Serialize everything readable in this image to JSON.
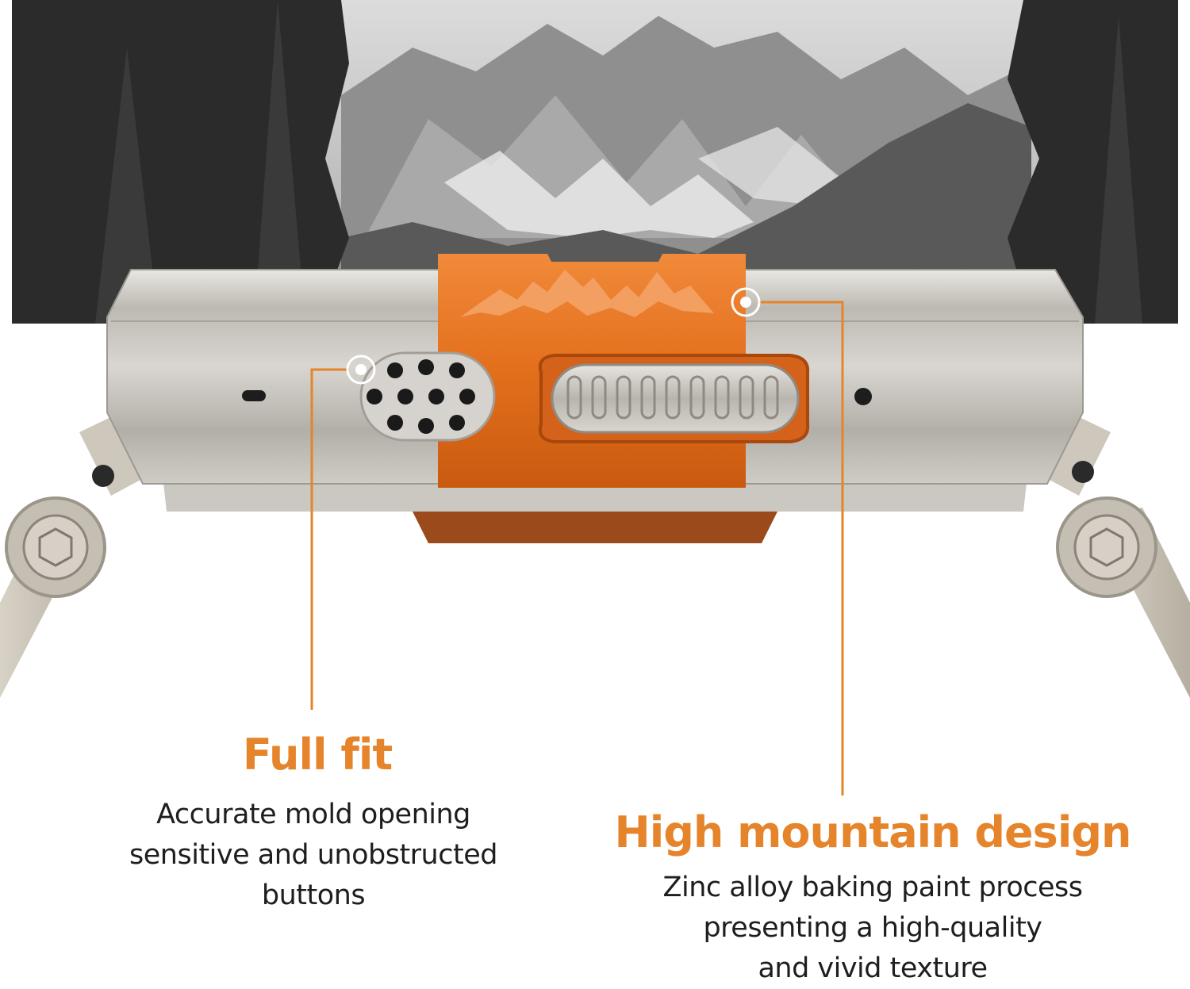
{
  "colors": {
    "accent": "#e5842b",
    "text": "#1e1e1e",
    "clip": "#e36f1c",
    "metal": "#c8c4bd"
  },
  "features": [
    {
      "title": "Full fit",
      "lines": [
        "Accurate mold opening",
        "sensitive and unobstructed",
        "buttons"
      ]
    },
    {
      "title": "High mountain design",
      "lines": [
        "Zinc alloy baking paint process",
        "presenting a high-quality",
        "and vivid texture"
      ]
    }
  ]
}
